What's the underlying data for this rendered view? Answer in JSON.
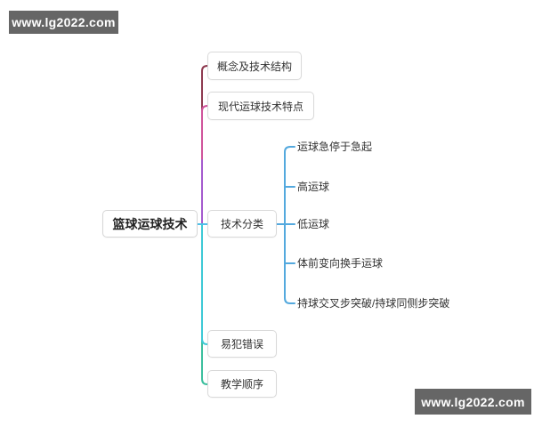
{
  "watermark": {
    "text": "www.lg2022.com"
  },
  "root": {
    "label": "篮球运球技术"
  },
  "branches": [
    {
      "label": "概念及技术结构"
    },
    {
      "label": "现代运球技术特点"
    },
    {
      "label": "技术分类"
    },
    {
      "label": "易犯错误"
    },
    {
      "label": "教学顺序"
    }
  ],
  "sub_branches": [
    {
      "label": "运球急停于急起"
    },
    {
      "label": "高运球"
    },
    {
      "label": "低运球"
    },
    {
      "label": "体前变向换手运球"
    },
    {
      "label": "持球交叉步突破/持球同侧步突破"
    }
  ],
  "colors": {
    "branch_concept": "#8e3a50",
    "branch_modern": "#d0549b",
    "trunk_purple": "#a45ace",
    "branch_classify": "#4fc0e8",
    "branch_errors": "#3ec9d6",
    "branch_teaching": "#3cbf9e",
    "sub_branch": "#54a9de",
    "watermark_bg": "#666666",
    "node_border": "#d9d9d9"
  }
}
